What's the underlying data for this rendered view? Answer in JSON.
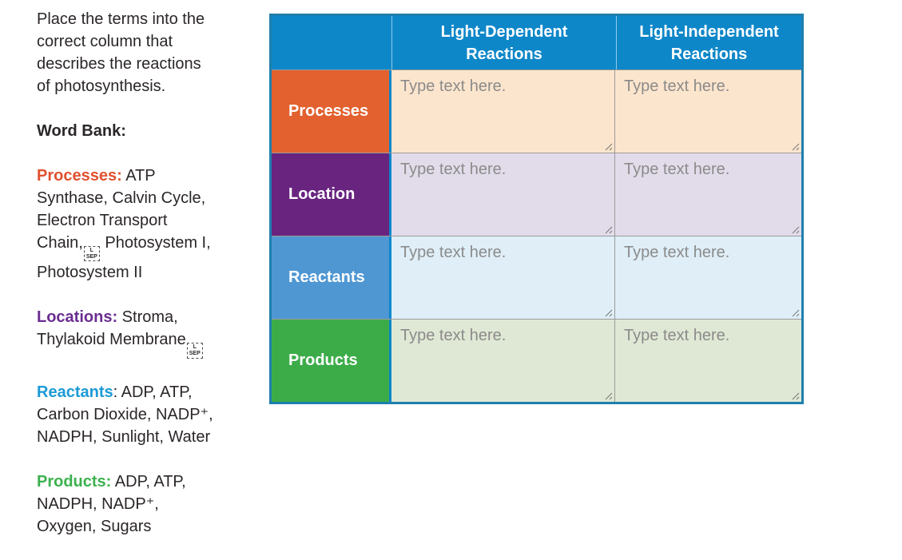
{
  "instructions": "Place the terms into the\ncorrect column that\ndescribes the reactions\nof photosynthesis.",
  "word_bank": {
    "heading": "Word Bank:",
    "entries": [
      {
        "label": "Processes:",
        "text": " ATP\nSynthase, Calvin Cycle,\nElectron Transport\nChain,  Photosystem I,\nPhotosystem II",
        "color": "#e0512f"
      },
      {
        "label": "Locations:",
        "text": " Stroma,\nThylakoid Membrane ",
        "color": "#6a2d91"
      },
      {
        "label": "Reactants",
        "text": ": ADP, ATP,\nCarbon Dioxide, NADP⁺,\nNADPH, Sunlight, Water",
        "color": "#1c9ad6"
      },
      {
        "label": "Products:",
        "text": " ADP, ATP,\nNADPH, NADP⁺,\nOxygen, Sugars",
        "color": "#3bb14d"
      }
    ]
  },
  "table": {
    "column_headers": [
      "Light-Dependent\nReactions",
      "Light-Independent\nReactions"
    ],
    "rows": [
      {
        "label": "Processes",
        "cells": [
          {
            "placeholder": "Type text here.",
            "value": ""
          },
          {
            "placeholder": "Type text here.",
            "value": ""
          }
        ]
      },
      {
        "label": "Location",
        "cells": [
          {
            "placeholder": "Type text here.",
            "value": ""
          },
          {
            "placeholder": "Type text here.",
            "value": ""
          }
        ]
      },
      {
        "label": "Reactants",
        "cells": [
          {
            "placeholder": "Type text here.",
            "value": ""
          },
          {
            "placeholder": "Type text here.",
            "value": ""
          }
        ]
      },
      {
        "label": "Products",
        "cells": [
          {
            "placeholder": "Type text here.",
            "value": ""
          },
          {
            "placeholder": "Type text here.",
            "value": ""
          }
        ]
      }
    ]
  },
  "colors": {
    "header_blue": "#0e87c9",
    "table_border": "#1f7fad",
    "processes_label": "#e2612f",
    "location_label": "#68247f",
    "reactants_label": "#4f97d3",
    "products_label": "#3cac49",
    "processes_cell": "#fce5cd",
    "location_cell": "#e2dcea",
    "reactants_cell": "#dfeef7",
    "products_cell": "#dfe8d4",
    "placeholder_text": "#8b8b8b",
    "body_text": "#2b2627"
  }
}
